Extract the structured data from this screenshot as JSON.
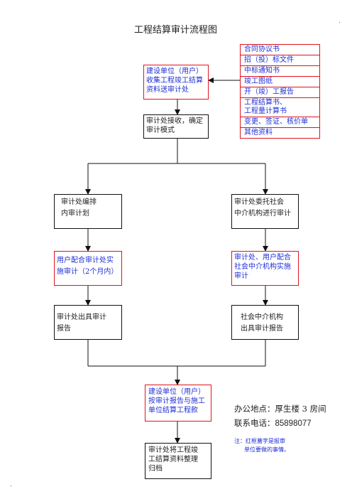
{
  "title": "工程结算审计流程图",
  "docs_list": [
    "合同协议书",
    "招（投）标文件",
    "中标通知书",
    "竣工图纸",
    "开（竣）工报告",
    "工程结算书、",
    "工程量计算书",
    "变更、签证、核价单",
    "其他资料"
  ],
  "box_user_collect": [
    "建设单位（用户）",
    "收集工程竣工结算",
    "资料送审计处"
  ],
  "box_receive": [
    "审计处接收，确定",
    "审计模式"
  ],
  "box_internal_plan": [
    "审计处编排",
    "内审计划"
  ],
  "box_entrust": [
    "审计处委托社会",
    "中介机构进行审计"
  ],
  "box_user_cooperate": [
    "用户配合审计处实",
    "施审计（2个月内）"
  ],
  "box_joint_audit": [
    "审计处、用户配合",
    "社会中介机构实施",
    "审计"
  ],
  "box_internal_report": [
    "审计处出具审计",
    "报告"
  ],
  "box_agency_report": [
    "社会中介机构",
    "出具审计报告"
  ],
  "box_settle": [
    "建设单位（用户）",
    "按审计报告与施工",
    "单位结算工程款"
  ],
  "box_archive": [
    "审计处将工程竣",
    "工结算资料整理",
    "归档"
  ],
  "office_address": "办公地点：厚生楼 3 房间",
  "contact_label": "联系电话：",
  "contact_phone": "85898077",
  "note_lines": [
    "注：红框蓋字是报审",
    "单位要做的事情。"
  ],
  "colors": {
    "red_border": "#e0141e",
    "blue_text": "#1f2fd6",
    "black": "#111111"
  }
}
